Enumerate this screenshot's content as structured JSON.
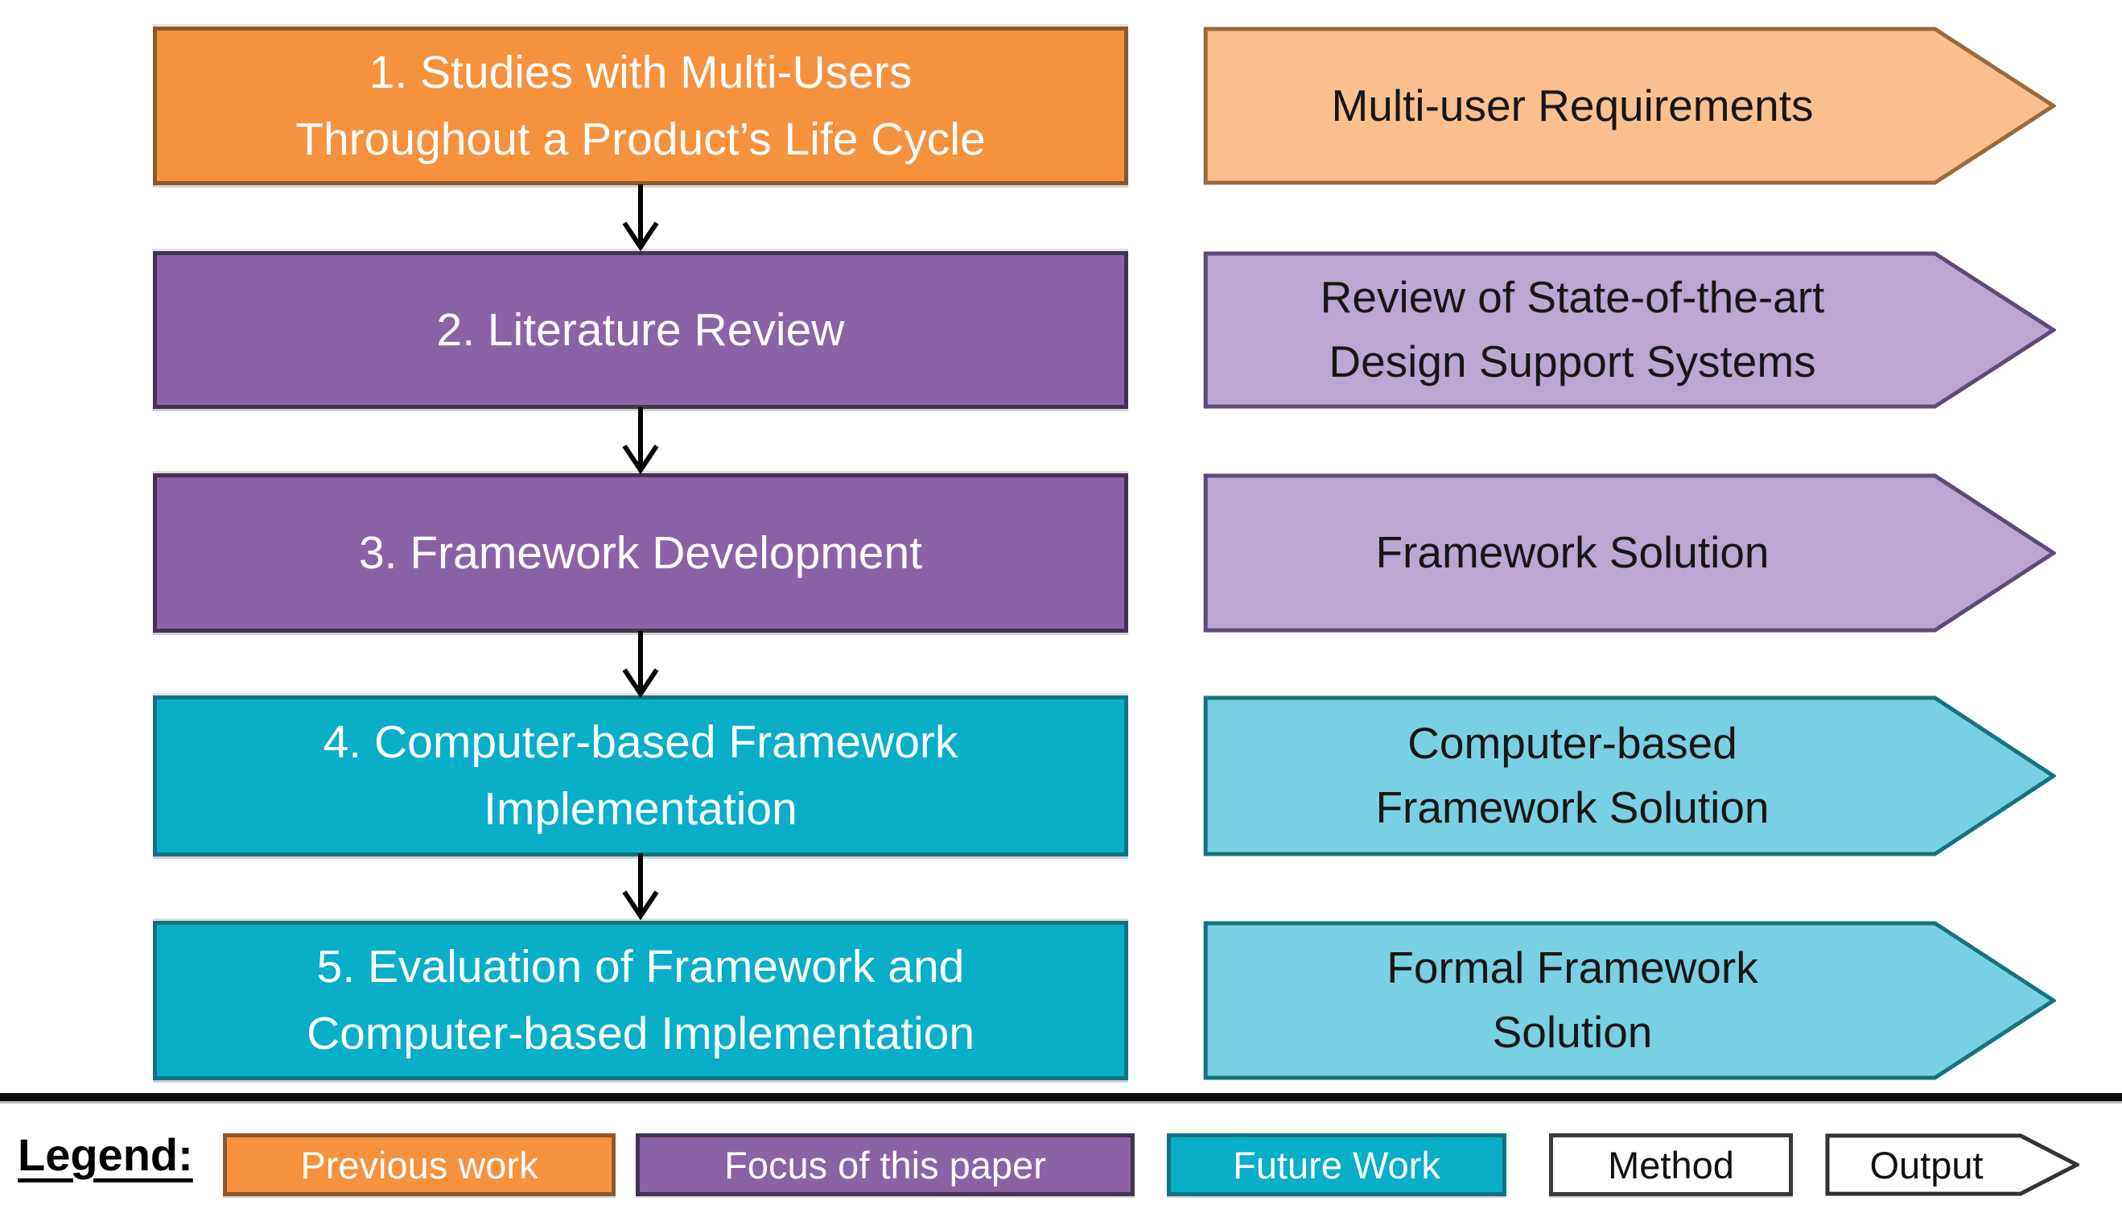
{
  "steps": [
    {
      "label": "1. Studies with Multi-Users\nThroughout a Product’s Life Cycle",
      "fill": "#F6913E",
      "border": "#8A5A2A",
      "text_color": "#FFFFFF",
      "category": "Previous work"
    },
    {
      "label": "2. Literature Review",
      "fill": "#8A63A7",
      "border": "#413351",
      "text_color": "#FFFFFF",
      "category": "Focus of this paper"
    },
    {
      "label": "3.  Framework Development",
      "fill": "#8A63A7",
      "border": "#413351",
      "text_color": "#FFFFFF",
      "category": "Focus of this paper"
    },
    {
      "label": "4. Computer-based Framework\nImplementation",
      "fill": "#09AEC9",
      "border": "#0C7584",
      "text_color": "#FFFFFF",
      "category": "Future Work"
    },
    {
      "label": "5. Evaluation of Framework and\nComputer-based Implementation",
      "fill": "#09AEC9",
      "border": "#0C7584",
      "text_color": "#FFFFFF",
      "category": "Future Work"
    }
  ],
  "outputs": [
    {
      "label": "Multi-user Requirements",
      "fill": "#FBC08D",
      "border": "#9A6A3C",
      "text_color": "#161616"
    },
    {
      "label": "Review of State-of-the-art\nDesign Support Systems",
      "fill": "#BCA6D2",
      "border": "#5D4A76",
      "text_color": "#161616"
    },
    {
      "label": "Framework Solution",
      "fill": "#BCA6D2",
      "border": "#5D4A76",
      "text_color": "#161616"
    },
    {
      "label": "Computer-based\nFramework Solution",
      "fill": "#79D0E2",
      "border": "#17727F",
      "text_color": "#161616"
    },
    {
      "label": "Formal Framework\nSolution",
      "fill": "#79D0E2",
      "border": "#17727F",
      "text_color": "#161616"
    }
  ],
  "flow": {
    "connector_count": 4,
    "connector_color": "#000000",
    "direction": "top-to-bottom"
  },
  "legend": {
    "label": "Legend:",
    "items": [
      {
        "label": "Previous work",
        "shape": "box",
        "fill": "#F6913E",
        "text_color": "#FFFFFF"
      },
      {
        "label": "Focus of this paper",
        "shape": "box",
        "fill": "#8A63A7",
        "text_color": "#FFFFFF"
      },
      {
        "label": "Future Work",
        "shape": "box",
        "fill": "#09AEC9",
        "text_color": "#FFFFFF"
      },
      {
        "label": "Method",
        "shape": "box",
        "fill": "#FFFFFF",
        "text_color": "#111111"
      },
      {
        "label": "Output",
        "shape": "pentagon-arrow",
        "fill": "#FFFFFF",
        "text_color": "#111111"
      }
    ]
  },
  "colors": {
    "background": "#FFFFFF",
    "previous_work": "#F6913E",
    "focus_of_paper": "#8A63A7",
    "future_work": "#09AEC9",
    "output_previous": "#FBC08D",
    "output_focus": "#BCA6D2",
    "output_future": "#79D0E2",
    "separator": "#0D0D0D"
  }
}
